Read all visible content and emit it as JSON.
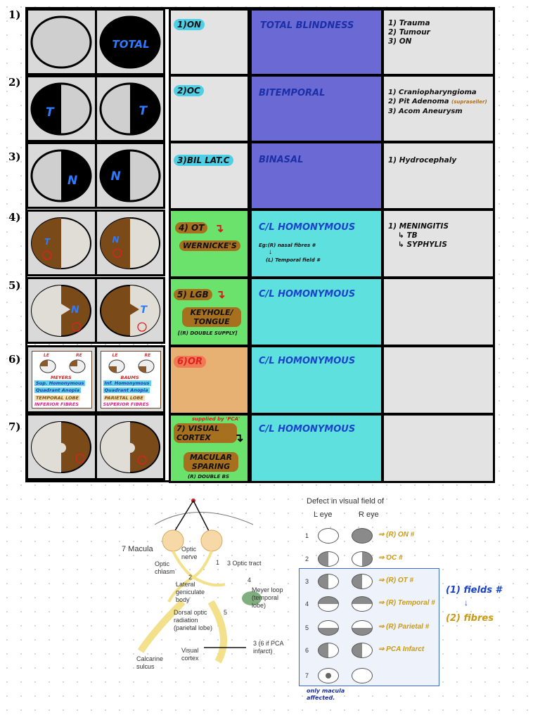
{
  "rows": [
    {
      "n": "1)",
      "left_letter": "",
      "right_letter": "TOTAL",
      "lesion": "1)ON",
      "defect": "TOTAL BLINDNESS",
      "causes": [
        "1) Trauma",
        "2) Tumour",
        "3) ON"
      ]
    },
    {
      "n": "2)",
      "left_letter": "T",
      "right_letter": "T",
      "lesion": "2)OC",
      "defect": "BITEMPORAL",
      "causes": [
        "1) Craniopharyngioma",
        "2) Pit Adenoma",
        "3) Acom Aneurysm"
      ],
      "cause_note": "(supraseller)"
    },
    {
      "n": "3)",
      "left_letter": "N",
      "right_letter": "N",
      "lesion": "3)BIL LAT.C",
      "defect": "BINASAL",
      "causes": [
        "1) Hydrocephaly"
      ]
    },
    {
      "n": "4)",
      "left_letter": "T",
      "right_letter": "N",
      "lesion": "4) OT",
      "lesion_sub": "WERNICKE'S",
      "defect": "C/L HOMONYMOUS",
      "defect_note1": "Eg:(R) nasal fibres #",
      "defect_note2": "(L) Temporal field #",
      "causes": [
        "1) MENINGITIS",
        "TB",
        "SYPHYLIS"
      ]
    },
    {
      "n": "5)",
      "left_letter": "N",
      "right_letter": "T",
      "lesion": "5) LGB",
      "lesion_sub": "KEYHOLE/ TONGUE",
      "lesion_note": "[(R) DOUBLE SUPPLY]",
      "defect": "C/L HOMONYMOUS",
      "causes": []
    },
    {
      "n": "6)",
      "lesion": "6)OR",
      "defect": "C/L HOMONYMOUS",
      "causes": [],
      "left_box": {
        "le": "LE",
        "re": "RE",
        "label": "MEYERS",
        "line1": "Sup. Homonymous",
        "line2": "Quadrant Anopia",
        "lobe": "TEMPORAL LOBE",
        "fibres": "INFERIOR FIBRES"
      },
      "right_box": {
        "le": "LE",
        "re": "RE",
        "label": "BAUMS",
        "line1": "Inf. Homonymous",
        "line2": "Quadrant Anopia",
        "lobe": "PARIETAL LOBE",
        "fibres": "SUPERIOR FIBRES"
      }
    },
    {
      "n": "7)",
      "lesion": "7) VISUAL CORTEX",
      "lesion_top": "supplied by 'PCA'",
      "lesion_sub": "MACULAR SPARING",
      "lesion_note": "(R) DOUBLE BS",
      "defect": "C/L HOMONYMOUS",
      "causes": []
    }
  ],
  "diagram": {
    "labels": {
      "macula": "7 Macula",
      "optic_nerve": "Optic nerve",
      "optic_tract": "3 Optic tract",
      "optic_chiasm": "Optic chiasm",
      "n1": "1",
      "n2": "2",
      "n4": "4",
      "lgb": "Lateral geniculate body",
      "meyer": "Meyer loop (temporal lobe)",
      "dorsal": "Dorsal optic radiation (parietal lobe)",
      "n5": "5",
      "visual_cortex": "Visual cortex",
      "calcarine": "Calcarine sulcus",
      "pca": "3 (6 if PCA infarct)"
    }
  },
  "defect_panel": {
    "title": "Defect in visual field of",
    "l_eye": "L eye",
    "r_eye": "R eye",
    "rows": [
      "1",
      "2",
      "3",
      "4",
      "5",
      "6",
      "7"
    ],
    "notes": [
      "(R) ON #",
      "OC #",
      "(R) OT #",
      "(R) Temporal #",
      "(R) Parietal #",
      "PCA Infarct"
    ],
    "bottom_note": "only macula affected.",
    "fields": "(1) fields #",
    "fibres": "(2) fibres"
  }
}
